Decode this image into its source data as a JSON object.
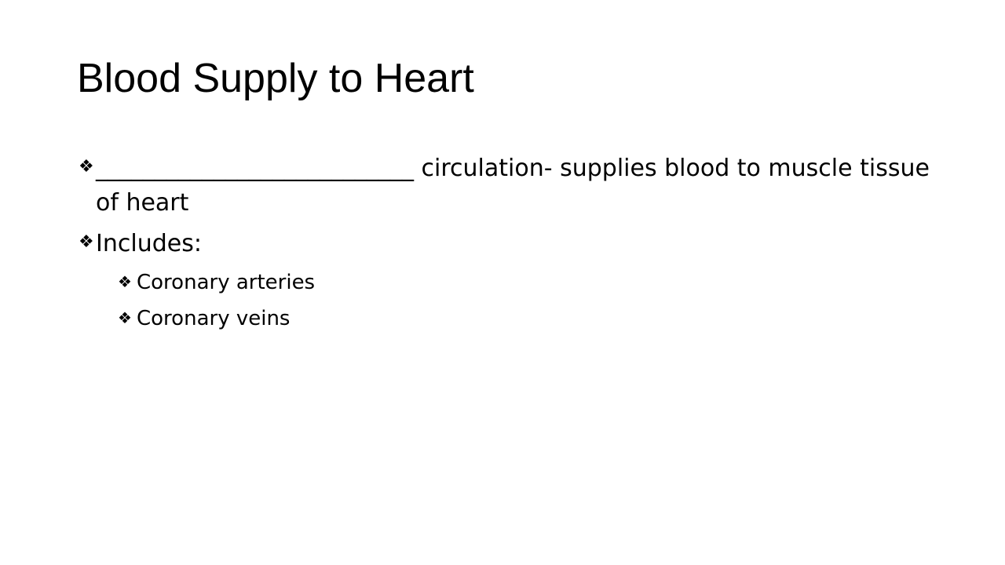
{
  "slide": {
    "title": "Blood Supply to Heart",
    "bullets": [
      {
        "blank": "___________________________",
        "text": " circulation- supplies blood to muscle tissue of heart"
      },
      {
        "text": "Includes:"
      }
    ],
    "sub_bullets": [
      {
        "text": "Coronary arteries"
      },
      {
        "text": "Coronary veins"
      }
    ],
    "bullet_glyph": "❖"
  }
}
